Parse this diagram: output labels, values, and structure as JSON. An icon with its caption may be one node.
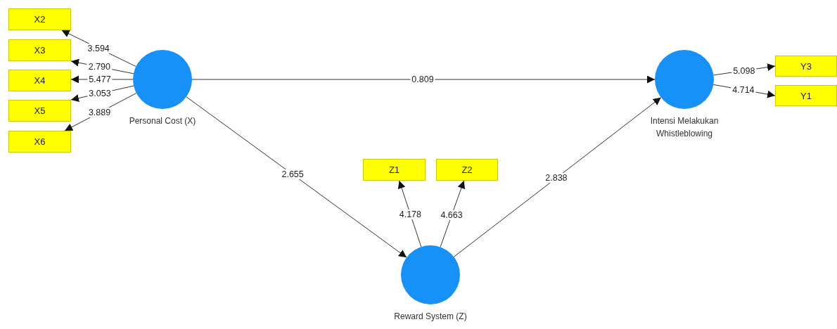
{
  "diagram": {
    "nodes": [
      {
        "text": [
          "X2"
        ]
      },
      {
        "text": [
          "X3"
        ]
      },
      {
        "text": [
          "X4"
        ]
      },
      {
        "text": [
          "X5"
        ]
      },
      {
        "text": [
          "X6"
        ]
      },
      {
        "text": [
          "Personal Cost (X)"
        ]
      },
      {
        "text": [
          "Intensi Melakukan Whistleblowing"
        ]
      },
      {
        "text": [
          "Y3"
        ]
      },
      {
        "text": [
          "Y1"
        ]
      },
      {
        "text": [
          "Z1"
        ]
      },
      {
        "text": [
          "Z2"
        ]
      },
      {
        "text": [
          "Reward System (Z)"
        ]
      }
    ],
    "edges": [
      {
        "from": 5,
        "to": 0,
        "arrow": "to",
        "label": "3.594"
      },
      {
        "from": 5,
        "to": 1,
        "arrow": "to",
        "label": "2.790"
      },
      {
        "from": 5,
        "to": 2,
        "arrow": "to",
        "label": "5.477"
      },
      {
        "from": 5,
        "to": 3,
        "arrow": "to",
        "label": "3.053"
      },
      {
        "from": 5,
        "to": 4,
        "arrow": "to",
        "label": "3.889"
      },
      {
        "from": 5,
        "to": 6,
        "arrow": "to",
        "label": "0.809"
      },
      {
        "from": 6,
        "to": 7,
        "arrow": "to",
        "label": "5.098"
      },
      {
        "from": 6,
        "to": 8,
        "arrow": "to",
        "label": "4.714"
      },
      {
        "from": 5,
        "to": 11,
        "arrow": "to",
        "label": "2.655"
      },
      {
        "from": 11,
        "to": 9,
        "arrow": "to",
        "label": "4.178"
      },
      {
        "from": 11,
        "to": 10,
        "arrow": "to",
        "label": "4.663"
      },
      {
        "from": 11,
        "to": 6,
        "arrow": "to",
        "label": "2.838"
      }
    ]
  }
}
